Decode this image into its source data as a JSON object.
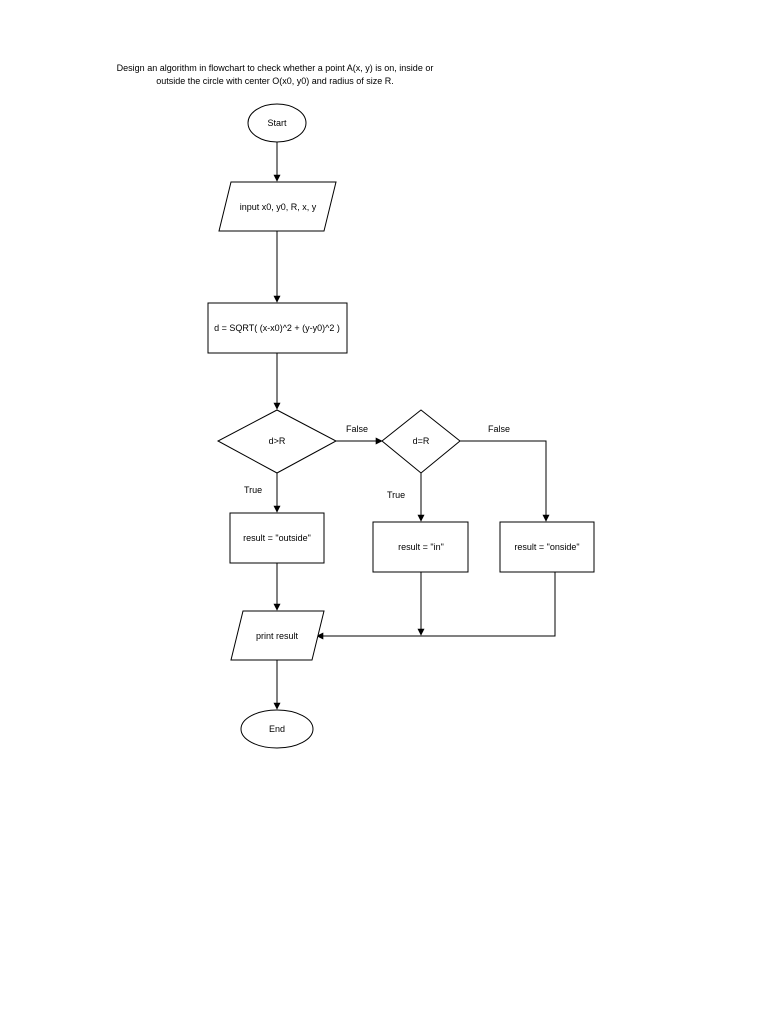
{
  "title": {
    "line1": "Design an algorithm in flowchart to check whether a point A(x, y) is on, inside or",
    "line2": "outside the circle with center O(x0, y0) and radius of size R."
  },
  "nodes": {
    "start": "Start",
    "input": "input x0, y0, R, x, y",
    "compute": "d = SQRT( (x-x0)^2 + (y-y0)^2 )",
    "decision1": "d>R",
    "decision2": "d=R",
    "outside": "result = \"outside\"",
    "in": "result = \"in\"",
    "onside": "result = \"onside\"",
    "print": "print result",
    "end": "End"
  },
  "edges": {
    "d1_false": "False",
    "d1_true": "True",
    "d2_false": "False",
    "d2_true": "True"
  }
}
